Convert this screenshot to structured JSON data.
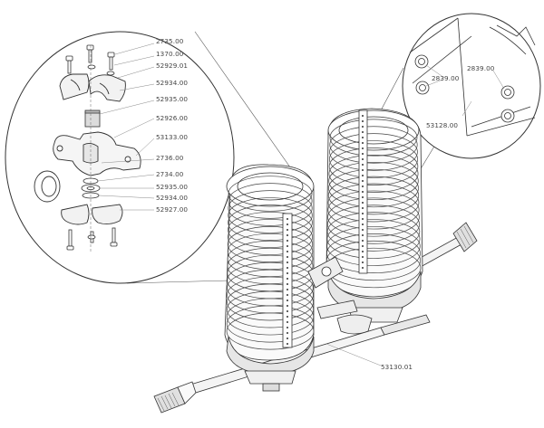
{
  "drawing": {
    "line_color": "#3a3a3a",
    "callout_color": "#888888",
    "main_part": "53130.01",
    "detail_left": {
      "labels": [
        "2735.00",
        "1370.00",
        "52929.01",
        "52934.00",
        "52935.00",
        "52926.00",
        "53133.00",
        "2736.00",
        "2734.00",
        "52935.00",
        "52934.00",
        "52927.00"
      ]
    },
    "detail_right": {
      "labels": [
        "2839.00",
        "2839.00",
        "53128.00"
      ]
    }
  }
}
